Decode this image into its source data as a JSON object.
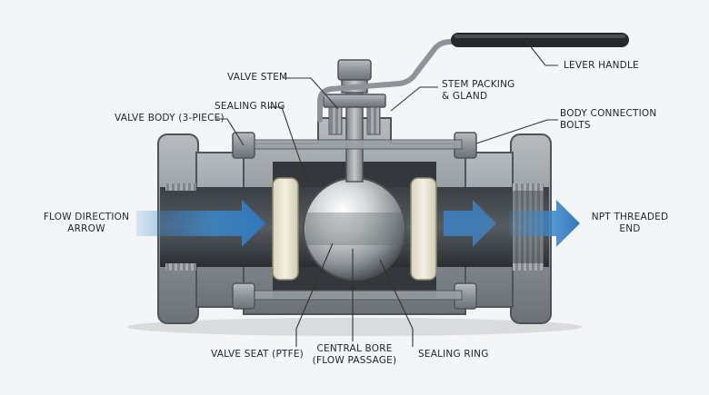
{
  "labels": {
    "valve_stem": "VALVE STEM",
    "sealing_ring_top": "SEALING RING",
    "valve_body": "VALVE BODY (3-PIECE)",
    "flow_direction": [
      "FLOW DIRECTION",
      "ARROW"
    ],
    "stem_packing": [
      "STEM PACKING",
      "& GLAND"
    ],
    "lever_handle": "LEVER HANDLE",
    "body_bolts": [
      "BODY CONNECTION",
      "BOLTS"
    ],
    "npt_end": [
      "NPT THREADED",
      "END"
    ],
    "valve_seat": "VALVE SEAT (PTFE)",
    "central_bore": [
      "CENTRAL BORE",
      "(FLOW PASSAGE)"
    ],
    "sealing_ring_bottom": "SEALING RING"
  },
  "colors": {
    "metal_dark": "#6f7479",
    "metal_mid": "#9aa0a5",
    "metal_light": "#c9cdd0",
    "interior": "#2b2f33",
    "ptfe": "#e8e4d2",
    "flow_arrow": "#3c86c8",
    "handle": "#2a2d30",
    "leader": "#2f3336"
  }
}
